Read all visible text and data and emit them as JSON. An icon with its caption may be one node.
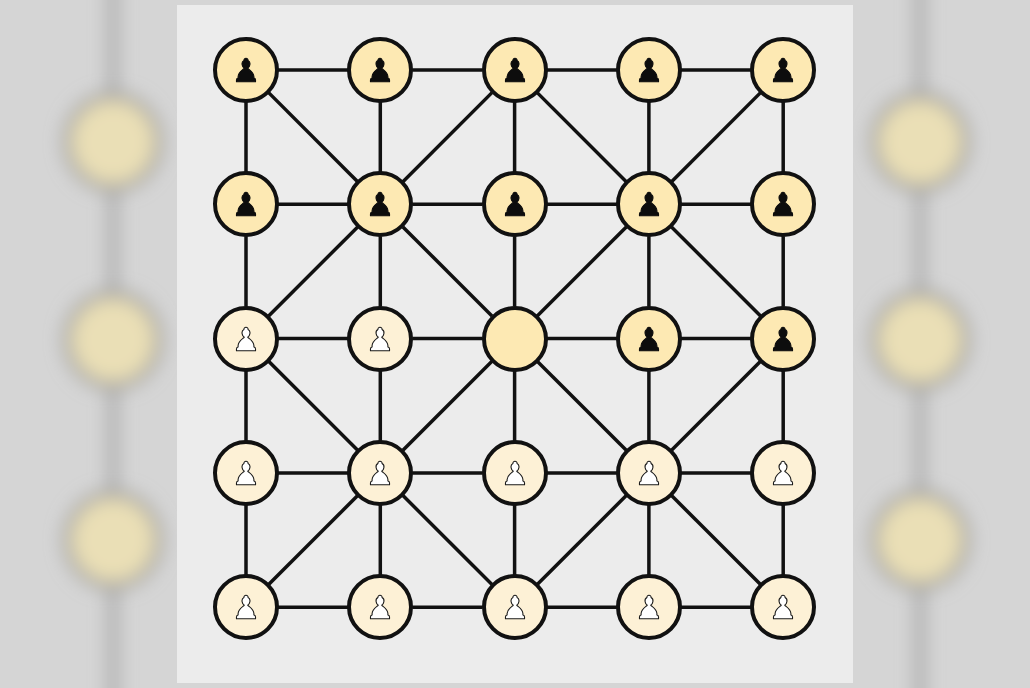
{
  "diagram": {
    "nodes": [
      {
        "text": [],
        "shape": "circle"
      },
      {
        "text": [],
        "shape": "circle"
      },
      {
        "text": [],
        "shape": "circle"
      },
      {
        "text": [],
        "shape": "circle"
      },
      {
        "text": [],
        "shape": "circle"
      },
      {
        "text": [],
        "shape": "circle"
      },
      {
        "text": [],
        "shape": "circle"
      },
      {
        "text": [],
        "shape": "circle"
      },
      {
        "text": [],
        "shape": "circle"
      },
      {
        "text": [],
        "shape": "circle"
      },
      {
        "text": [],
        "shape": "circle"
      },
      {
        "text": [],
        "shape": "circle"
      },
      {
        "text": [],
        "shape": "circle"
      },
      {
        "text": [],
        "shape": "circle"
      },
      {
        "text": [],
        "shape": "circle"
      },
      {
        "text": [],
        "shape": "circle"
      },
      {
        "text": [],
        "shape": "circle"
      },
      {
        "text": [],
        "shape": "circle"
      },
      {
        "text": [],
        "shape": "circle"
      },
      {
        "text": [],
        "shape": "circle"
      },
      {
        "text": [],
        "shape": "circle"
      },
      {
        "text": [],
        "shape": "circle"
      },
      {
        "text": [],
        "shape": "circle"
      },
      {
        "text": [],
        "shape": "circle"
      },
      {
        "text": [],
        "shape": "circle"
      }
    ],
    "edges": [
      {
        "from": 0,
        "to": 1,
        "arrow": "none"
      },
      {
        "from": 1,
        "to": 2,
        "arrow": "none"
      },
      {
        "from": 2,
        "to": 3,
        "arrow": "none"
      },
      {
        "from": 3,
        "to": 4,
        "arrow": "none"
      },
      {
        "from": 5,
        "to": 6,
        "arrow": "none"
      },
      {
        "from": 6,
        "to": 7,
        "arrow": "none"
      },
      {
        "from": 7,
        "to": 8,
        "arrow": "none"
      },
      {
        "from": 8,
        "to": 9,
        "arrow": "none"
      },
      {
        "from": 10,
        "to": 11,
        "arrow": "none"
      },
      {
        "from": 11,
        "to": 12,
        "arrow": "none"
      },
      {
        "from": 12,
        "to": 13,
        "arrow": "none"
      },
      {
        "from": 13,
        "to": 14,
        "arrow": "none"
      },
      {
        "from": 15,
        "to": 16,
        "arrow": "none"
      },
      {
        "from": 16,
        "to": 17,
        "arrow": "none"
      },
      {
        "from": 17,
        "to": 18,
        "arrow": "none"
      },
      {
        "from": 18,
        "to": 19,
        "arrow": "none"
      },
      {
        "from": 20,
        "to": 21,
        "arrow": "none"
      },
      {
        "from": 21,
        "to": 22,
        "arrow": "none"
      },
      {
        "from": 22,
        "to": 23,
        "arrow": "none"
      },
      {
        "from": 23,
        "to": 24,
        "arrow": "none"
      },
      {
        "from": 0,
        "to": 5,
        "arrow": "none"
      },
      {
        "from": 1,
        "to": 6,
        "arrow": "none"
      },
      {
        "from": 2,
        "to": 7,
        "arrow": "none"
      },
      {
        "from": 3,
        "to": 8,
        "arrow": "none"
      },
      {
        "from": 4,
        "to": 9,
        "arrow": "none"
      },
      {
        "from": 5,
        "to": 10,
        "arrow": "none"
      },
      {
        "from": 6,
        "to": 11,
        "arrow": "none"
      },
      {
        "from": 7,
        "to": 12,
        "arrow": "none"
      },
      {
        "from": 8,
        "to": 13,
        "arrow": "none"
      },
      {
        "from": 9,
        "to": 14,
        "arrow": "none"
      },
      {
        "from": 10,
        "to": 15,
        "arrow": "none"
      },
      {
        "from": 11,
        "to": 16,
        "arrow": "none"
      },
      {
        "from": 12,
        "to": 17,
        "arrow": "none"
      },
      {
        "from": 13,
        "to": 18,
        "arrow": "none"
      },
      {
        "from": 14,
        "to": 19,
        "arrow": "none"
      },
      {
        "from": 15,
        "to": 20,
        "arrow": "none"
      },
      {
        "from": 16,
        "to": 21,
        "arrow": "none"
      },
      {
        "from": 17,
        "to": 22,
        "arrow": "none"
      },
      {
        "from": 18,
        "to": 23,
        "arrow": "none"
      },
      {
        "from": 19,
        "to": 24,
        "arrow": "none"
      },
      {
        "from": 0,
        "to": 6,
        "arrow": "none"
      },
      {
        "from": 2,
        "to": 6,
        "arrow": "none"
      },
      {
        "from": 2,
        "to": 8,
        "arrow": "none"
      },
      {
        "from": 4,
        "to": 8,
        "arrow": "none"
      },
      {
        "from": 6,
        "to": 10,
        "arrow": "none"
      },
      {
        "from": 6,
        "to": 12,
        "arrow": "none"
      },
      {
        "from": 8,
        "to": 12,
        "arrow": "none"
      },
      {
        "from": 8,
        "to": 14,
        "arrow": "none"
      },
      {
        "from": 10,
        "to": 16,
        "arrow": "none"
      },
      {
        "from": 12,
        "to": 16,
        "arrow": "none"
      },
      {
        "from": 12,
        "to": 18,
        "arrow": "none"
      },
      {
        "from": 14,
        "to": 18,
        "arrow": "none"
      },
      {
        "from": 16,
        "to": 20,
        "arrow": "none"
      },
      {
        "from": 16,
        "to": 22,
        "arrow": "none"
      },
      {
        "from": 18,
        "to": 22,
        "arrow": "none"
      },
      {
        "from": 18,
        "to": 24,
        "arrow": "none"
      }
    ]
  }
}
